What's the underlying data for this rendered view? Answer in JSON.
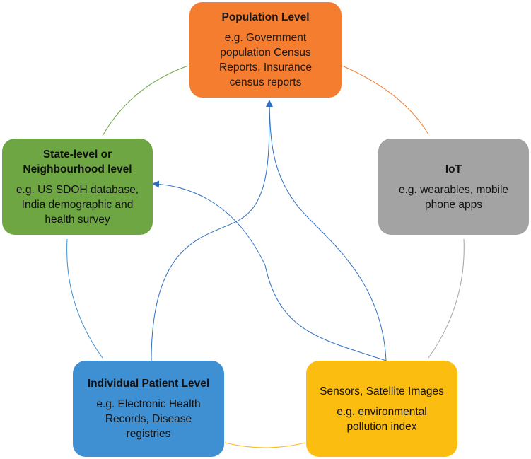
{
  "colors": {
    "population": "#f47d2f",
    "state": "#6ea644",
    "iot": "#a3a3a3",
    "individual": "#3f90d3",
    "sensors": "#fbbd10",
    "arrow": "#2f6fc0"
  },
  "nodes": {
    "population": {
      "title": "Population Level",
      "body": "e.g. Government\npopulation Census\nReports, Insurance\ncensus reports"
    },
    "state": {
      "title": "State-level or\nNeighbourhood level",
      "body": "e.g. US SDOH database,\nIndia demographic and\nhealth survey"
    },
    "iot": {
      "title": "IoT",
      "body": "e.g. wearables, mobile\nphone apps"
    },
    "individual": {
      "title": "Individual Patient Level",
      "body": "e.g. Electronic Health\nRecords, Disease\nregistries"
    },
    "sensors": {
      "title": "Sensors, Satellite Images",
      "body": "e.g. environmental\npollution index"
    }
  }
}
